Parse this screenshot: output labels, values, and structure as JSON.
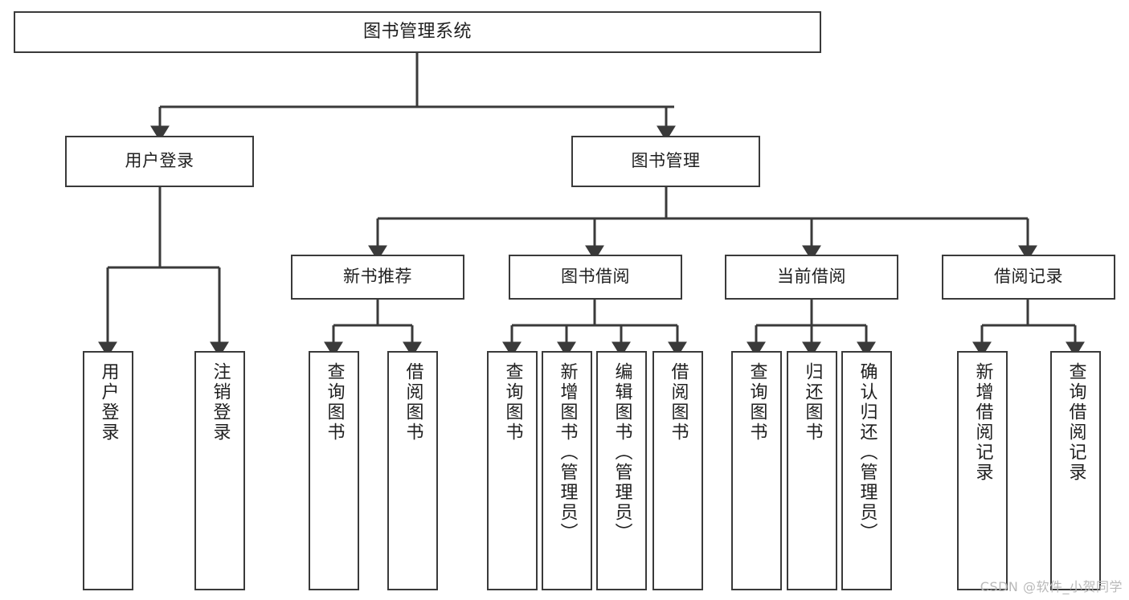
{
  "diagram": {
    "title": "图书管理系统",
    "type": "tree",
    "watermark": "CSDN @软件_小贺同学",
    "colors": {
      "stroke": "#3a3a3a",
      "fill": "#ffffff",
      "text": "#1f1f1f",
      "watermark": "#b9b9b9"
    },
    "root": {
      "id": "root",
      "label": "图书管理系统"
    },
    "level2": [
      {
        "id": "user-login",
        "label": "用户登录"
      },
      {
        "id": "book-manage",
        "label": "图书管理"
      }
    ],
    "level3": [
      {
        "id": "new-book-recommend",
        "label": "新书推荐",
        "parent": "book-manage"
      },
      {
        "id": "book-borrow",
        "label": "图书借阅",
        "parent": "book-manage"
      },
      {
        "id": "current-borrow",
        "label": "当前借阅",
        "parent": "book-manage"
      },
      {
        "id": "borrow-record",
        "label": "借阅记录",
        "parent": "book-manage"
      }
    ],
    "leaves": [
      {
        "id": "leaf-user-login",
        "label": "用户登录",
        "parent": "user-login"
      },
      {
        "id": "leaf-user-logout",
        "label": "注销登录",
        "parent": "user-login"
      },
      {
        "id": "leaf-query-book-1",
        "label": "查询图书",
        "parent": "new-book-recommend"
      },
      {
        "id": "leaf-borrow-book-1",
        "label": "借阅图书",
        "parent": "new-book-recommend"
      },
      {
        "id": "leaf-query-book-2",
        "label": "查询图书",
        "parent": "book-borrow"
      },
      {
        "id": "leaf-add-book-admin",
        "label": "新增图书（管理员）",
        "parent": "book-borrow"
      },
      {
        "id": "leaf-edit-book-admin",
        "label": "编辑图书（管理员）",
        "parent": "book-borrow"
      },
      {
        "id": "leaf-borrow-book-2",
        "label": "借阅图书",
        "parent": "book-borrow"
      },
      {
        "id": "leaf-query-book-3",
        "label": "查询图书",
        "parent": "current-borrow"
      },
      {
        "id": "leaf-return-book",
        "label": "归还图书",
        "parent": "current-borrow"
      },
      {
        "id": "leaf-confirm-return",
        "label": "确认归还（管理员）",
        "parent": "current-borrow"
      },
      {
        "id": "leaf-add-record",
        "label": "新增借阅记录",
        "parent": "borrow-record"
      },
      {
        "id": "leaf-query-record",
        "label": "查询借阅记录",
        "parent": "borrow-record"
      }
    ]
  }
}
